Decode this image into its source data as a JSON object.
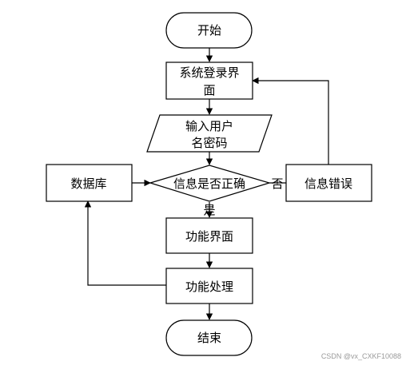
{
  "nodes": {
    "start": "开始",
    "login_line1": "系统登录界",
    "login_line2": "面",
    "input_line1": "输入用户",
    "input_line2": "名密码",
    "check": "信息是否正确",
    "database": "数据库",
    "error": "信息错误",
    "function_page": "功能界面",
    "function_process": "功能处理",
    "end": "结束"
  },
  "edges": {
    "yes_label": "是",
    "no_label": "否"
  },
  "watermark": "CSDN @vx_CXKF10088",
  "colors": {
    "line": "#000000",
    "fill": "#ffffff",
    "watermark": "#9a9a9a"
  }
}
